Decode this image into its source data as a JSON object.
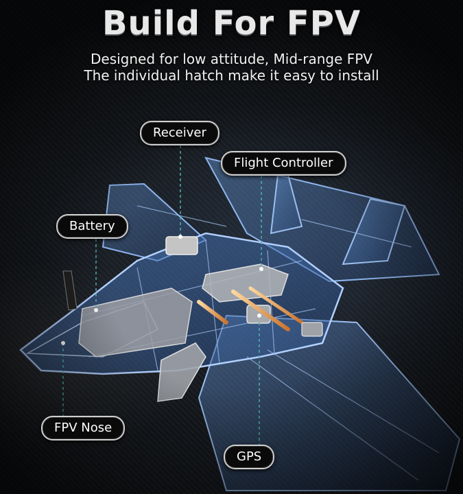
{
  "header": {
    "title": "Build For FPV",
    "subtitle_line1": "Designed for low attitude, Mid-range FPV",
    "subtitle_line2": "The individual hatch make it easy to install"
  },
  "callouts": {
    "receiver": "Receiver",
    "flight_controller": "Flight Controller",
    "battery": "Battery",
    "fpv_nose": "FPV Nose",
    "gps": "GPS"
  },
  "colors": {
    "frame_blue": "#6f9fe0",
    "glow_blue": "#a9c9ff",
    "component_gray": "#b9b9b9",
    "accent_orange": "#e8a256",
    "leader_line": "#4fb3b0"
  }
}
